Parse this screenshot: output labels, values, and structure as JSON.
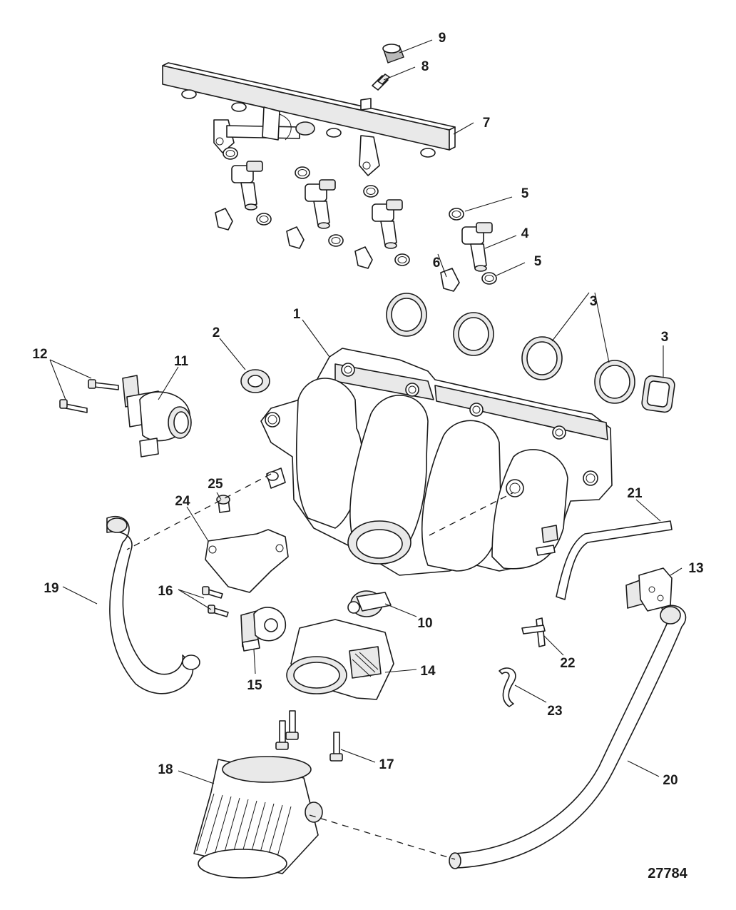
{
  "diagram": {
    "figure_number": "27784",
    "callouts": [
      "1",
      "2",
      "3",
      "3",
      "4",
      "5",
      "5",
      "6",
      "7",
      "8",
      "9",
      "10",
      "11",
      "12",
      "13",
      "14",
      "15",
      "16",
      "17",
      "18",
      "19",
      "20",
      "21",
      "22",
      "23",
      "24",
      "25"
    ]
  }
}
